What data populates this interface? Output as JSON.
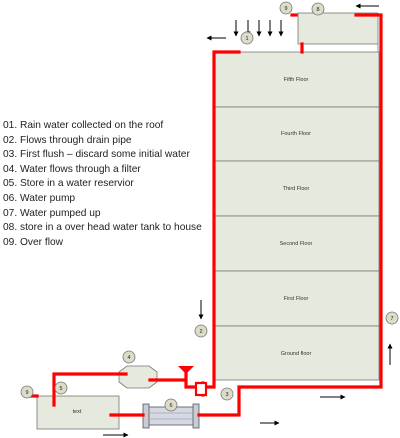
{
  "legend": [
    "01. Rain water collected on the roof",
    "02. Flows through drain pipe",
    "03. First flush – discard some initial water",
    "04. Water flows through a filter",
    "05. Store in a water reservior",
    "06. Water pump",
    "07. Water pumped up",
    "08. store in a over head water tank to house",
    "09. Over flow"
  ],
  "floors": [
    "Fifth Floor",
    "Fourth Floor",
    "Third Floor",
    "Second Floor",
    "First Floor",
    "Ground floor"
  ],
  "reservoir_label": "text",
  "markers": {
    "m1": "1",
    "m2": "2",
    "m3": "3",
    "m4": "4",
    "m5": "5",
    "m6": "6",
    "m7": "7",
    "m8": "8",
    "m9a": "9",
    "m9b": "9"
  },
  "colors": {
    "pipe": "#ff0000",
    "building_fill": "#e6e9dd",
    "outline": "#777777",
    "marker_fill": "#dcdcc8"
  }
}
